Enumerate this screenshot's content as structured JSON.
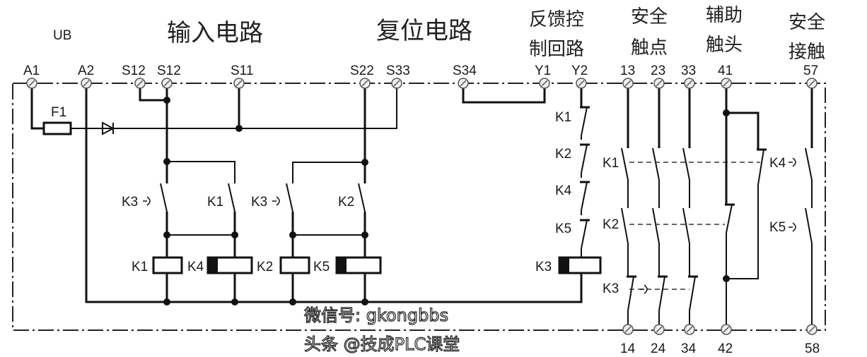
{
  "titles": {
    "ub": "UB",
    "input_circuit": "输入电路",
    "reset_circuit": "复位电路",
    "feedback_line1": "反馈控",
    "feedback_line2": "制回路",
    "safety_contacts_line1": "安全",
    "safety_contacts_line2": "触点",
    "aux_contacts_line1": "辅助",
    "aux_contacts_line2": "触头",
    "safety_contact2_line1": "安全",
    "safety_contact2_line2": "接触"
  },
  "terminals_top": [
    "A1",
    "A2",
    "S12",
    "S12",
    "S11",
    "S22",
    "S33",
    "S34",
    "Y1",
    "Y2",
    "13",
    "23",
    "33",
    "41",
    "57"
  ],
  "terminals_bottom": [
    "14",
    "24",
    "34",
    "42",
    "58"
  ],
  "labels": [
    "F1",
    "K3",
    "K1",
    "K3",
    "K2",
    "K1",
    "K4",
    "K2",
    "K5",
    "K1",
    "K2",
    "K4",
    "K5",
    "K3",
    "K1",
    "K2",
    "K3",
    "K4",
    "K5"
  ],
  "watermark": [
    "微信号: gkongbbs",
    "头条 @技成PLC课堂"
  ]
}
